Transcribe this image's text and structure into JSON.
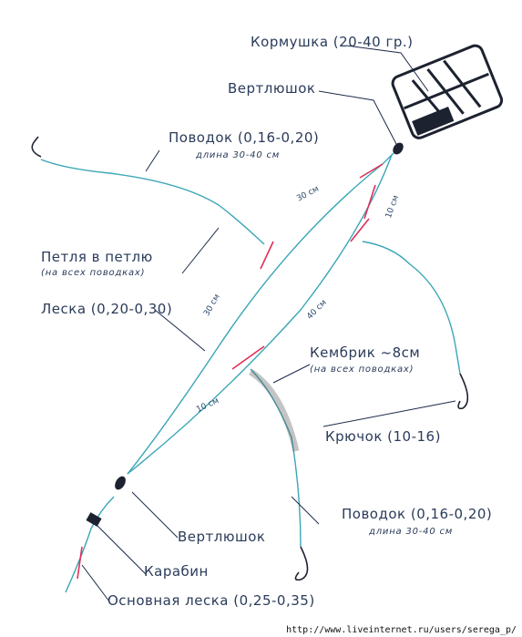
{
  "labels": {
    "feeder": "Кормушка (20-40 гр.)",
    "swivel_top": "Вертлюшок",
    "leash_top": "Поводок (0,16-0,20)",
    "leash_top_length": "длина 30-40 см",
    "loop": "Петля в петлю",
    "loop_note": "(на всех поводках)",
    "line": "Леска (0,20-0,30)",
    "cambric": "Кембрик ~8см",
    "cambric_note": "(на всех поводках)",
    "hook": "Крючок (10-16)",
    "leash_bottom": "Поводок (0,16-0,20)",
    "leash_bottom_length": "длина 30-40 см",
    "swivel_bottom": "Вертлюшок",
    "carabiner": "Карабин",
    "main_line": "Основная леска (0,25-0,35)"
  },
  "measurements": {
    "top_30": "30 см",
    "right_10": "10 см",
    "left_30": "30 см",
    "mid_40": "40 см",
    "bottom_10": "10 см"
  },
  "footer": "http://www.liveinternet.ru/users/serega_p/",
  "colors": {
    "line": "#3aa6b7",
    "pointer": "#1b2a4a",
    "arrow": "#e0305a",
    "metal": "#1d2230"
  }
}
